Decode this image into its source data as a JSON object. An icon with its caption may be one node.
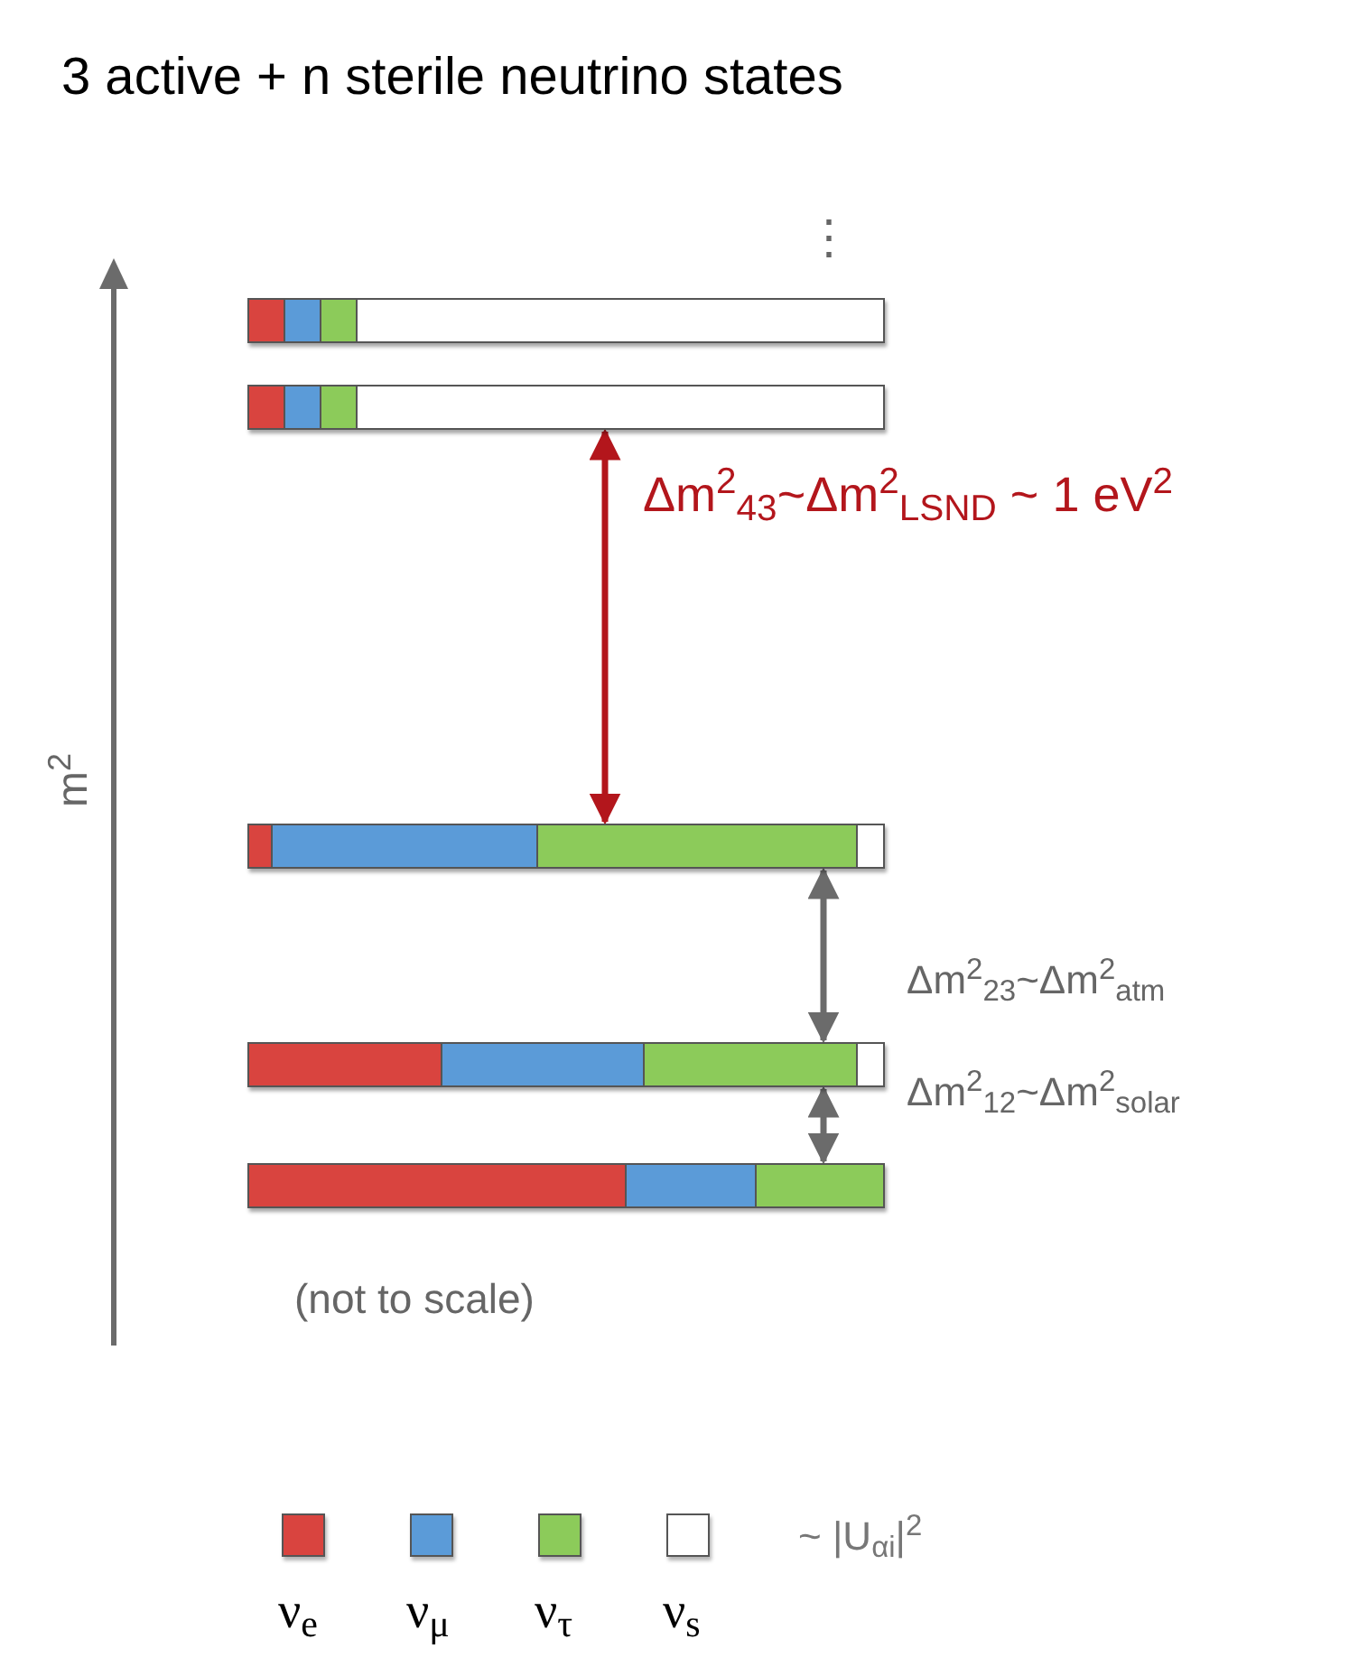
{
  "diagram": {
    "title": "3 active + n sterile neutrino states",
    "nodes": [
      {
        "text": [],
        "shape": "bar"
      },
      {
        "text": [],
        "shape": "bar"
      },
      {
        "text": [],
        "shape": "bar"
      },
      {
        "text": [],
        "shape": "bar"
      },
      {
        "text": [],
        "shape": "bar"
      }
    ],
    "edges": [
      {
        "from": 1,
        "to": 2,
        "arrow": "both",
        "color": "#b3161c",
        "label": "Δm$^{2}$$_{43}$~Δm$^{2}$$_{LSND}$ ~ 1 eV$^{2}$"
      },
      {
        "from": 2,
        "to": 3,
        "arrow": "both",
        "label": "Δm$^{2}$$_{23}$~Δm$^{2}$$_{atm}$"
      },
      {
        "from": 3,
        "to": 4,
        "arrow": "both",
        "label": "Δm$^{2}$$_{12}$~Δm$^{2}$$_{solar}$"
      }
    ],
    "labels": [
      "⋮",
      "m$^{2}$",
      "(not to scale)",
      "~ |U$_{αi}$|$^{2}$"
    ],
    "legend": [
      {
        "text": "ν$_{e}$",
        "color": "#d9443f"
      },
      {
        "text": "ν$_{μ}$",
        "color": "#5b9bd8"
      },
      {
        "text": "ν$_{τ}$",
        "color": "#8ccb5a"
      },
      {
        "text": "ν$_{s}$",
        "color": "#ffffff"
      }
    ]
  }
}
